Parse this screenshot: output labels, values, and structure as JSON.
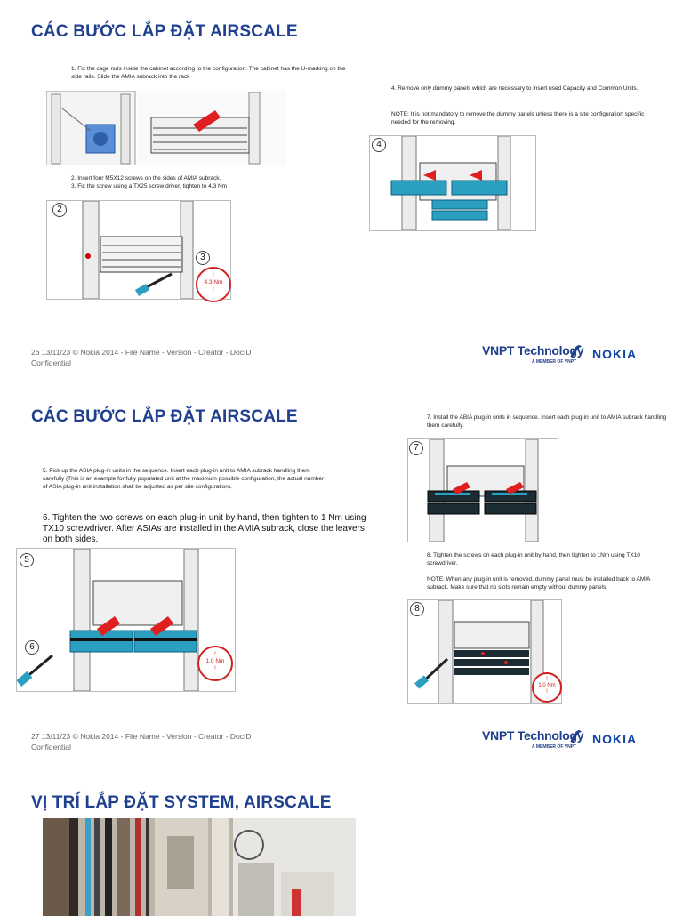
{
  "slide1": {
    "title": "CÁC BƯỚC LẮP ĐẶT AIRSCALE",
    "step1": "1.   Fix the cage nuts inside the cabinet according to the configuration. The cabinet has the U-marking on the side rails. Slide the AMIA subrack into the rack",
    "step2": "2.   Insert four M5X12 screws on the sides of AMIA subrack.",
    "step3": "3.   Fix the screw using a TX25 screw driver, tighten to 4.3 Nm",
    "step4": "4.   Remove only dummy panels which are necessary to insert used Capacity and Common Units.",
    "note": "NOTE: It is not mandatory to remove the dummy panels unless there is a site configuration specific needed for the removing.",
    "callout2": "2",
    "callout3": "3",
    "callout4": "4",
    "torque": "4.3 Nm",
    "torque_mark": "!",
    "footer": "26      13/11/23         © Nokia 2014   - File Name   - Version   - Creator   - DocID",
    "confidential": "Confidential"
  },
  "slide2": {
    "title": "CÁC BƯỚC LẮP ĐẶT AIRSCALE",
    "step5": "5.   Pick up the ASIA plug-in units in the sequence. Insert each plug-in unit to AMIA subrack handling them carefully (This is an example for fully populated unit at the maximum possible configuration, the actual number of ASIA plug-in unit installation shall be adjusted as per site configuration).",
    "step6": "6.   Tighten the two screws on each plug-in unit by hand, then tighten to 1 Nm using TX10 screwdriver. After ASIAs are installed in the AMIA subrack, close the leavers on both sides.",
    "step7": "7.   Install the ABIA plug-in units in sequence. Insert each plug-in unit to AMIA subrack handling them carefully.",
    "step8": "8.   Tighten the screws on each plug-in unit by hand, then tighten to 1Nm using TX10 screwdriver.",
    "note": "NOTE: When any plug-in unit is removed, dummy panel must be installed back to AMIA subrack. Make sure that no slots remain empty without dummy panels.",
    "callout5": "5",
    "callout6": "6",
    "callout7": "7",
    "callout8": "8",
    "torque": "1.0 Nm",
    "torque_mark": "!",
    "footer": "27      13/11/23         © Nokia 2014   - File Name   - Version   - Creator   - DocID",
    "confidential": "Confidential"
  },
  "slide3": {
    "title": "VỊ TRÍ LẮP ĐẶT SYSTEM, AIRSCALE"
  },
  "brand": {
    "vnpt": "VNPT Technology",
    "vnpt_sub": "A MEMBER OF VNPT",
    "nokia": "NOKIA"
  },
  "colors": {
    "title": "#1f3f8f",
    "unit": "#2a9fbf",
    "arrow": "#e02020"
  }
}
